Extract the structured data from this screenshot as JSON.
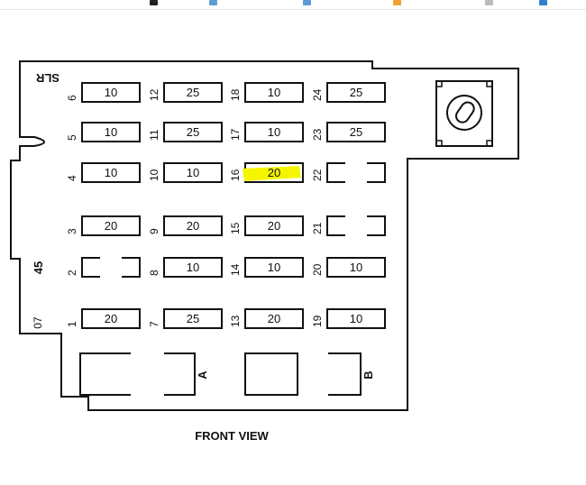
{
  "diagram": {
    "caption": "FRONT VIEW",
    "corner_label": "SLR",
    "side_labels": [
      "45",
      "07"
    ],
    "connector_labels": [
      "A",
      "B"
    ],
    "highlight_color": "#f5f500",
    "fuses": [
      {
        "position": "1",
        "rating": "20"
      },
      {
        "position": "2",
        "rating": ""
      },
      {
        "position": "3",
        "rating": "20"
      },
      {
        "position": "4",
        "rating": "10"
      },
      {
        "position": "5",
        "rating": "10"
      },
      {
        "position": "6",
        "rating": "10"
      },
      {
        "position": "7",
        "rating": "25"
      },
      {
        "position": "8",
        "rating": "10"
      },
      {
        "position": "9",
        "rating": "20"
      },
      {
        "position": "10",
        "rating": "10"
      },
      {
        "position": "11",
        "rating": "25"
      },
      {
        "position": "12",
        "rating": "25"
      },
      {
        "position": "13",
        "rating": "20"
      },
      {
        "position": "14",
        "rating": "10"
      },
      {
        "position": "15",
        "rating": "20"
      },
      {
        "position": "16",
        "rating": "20",
        "highlighted": true
      },
      {
        "position": "17",
        "rating": "10"
      },
      {
        "position": "18",
        "rating": "10"
      },
      {
        "position": "19",
        "rating": "10"
      },
      {
        "position": "20",
        "rating": "10"
      },
      {
        "position": "21",
        "rating": ""
      },
      {
        "position": "22",
        "rating": ""
      },
      {
        "position": "23",
        "rating": "25"
      },
      {
        "position": "24",
        "rating": "25"
      }
    ]
  }
}
